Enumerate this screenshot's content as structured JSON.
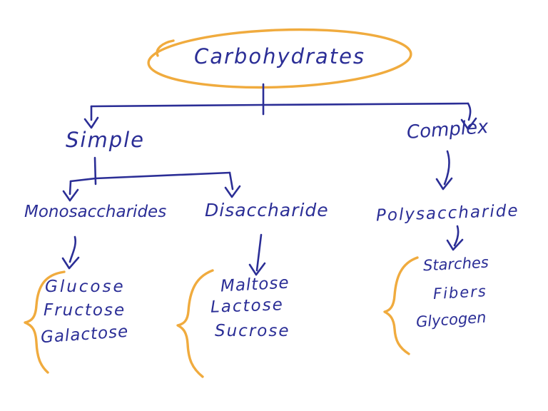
{
  "colors": {
    "ink": "#2b2e96",
    "accent": "#f0ab3e",
    "bg": "#ffffff"
  },
  "diagram": {
    "title": "Carbohydrates",
    "branches": {
      "simple": {
        "label": "Simple"
      },
      "complex": {
        "label": "Complex"
      }
    },
    "categories": {
      "monosaccharides": {
        "label": "Monosaccharides",
        "items": [
          "Glucose",
          "Fructose",
          "Galactose"
        ]
      },
      "disaccharide": {
        "label": "Disaccharide",
        "items": [
          "Maltose",
          "Lactose",
          "Sucrose"
        ]
      },
      "polysaccharide": {
        "label": "Polysaccharide",
        "items": [
          "Starches",
          "Fibers",
          "Glycogen"
        ]
      }
    }
  }
}
